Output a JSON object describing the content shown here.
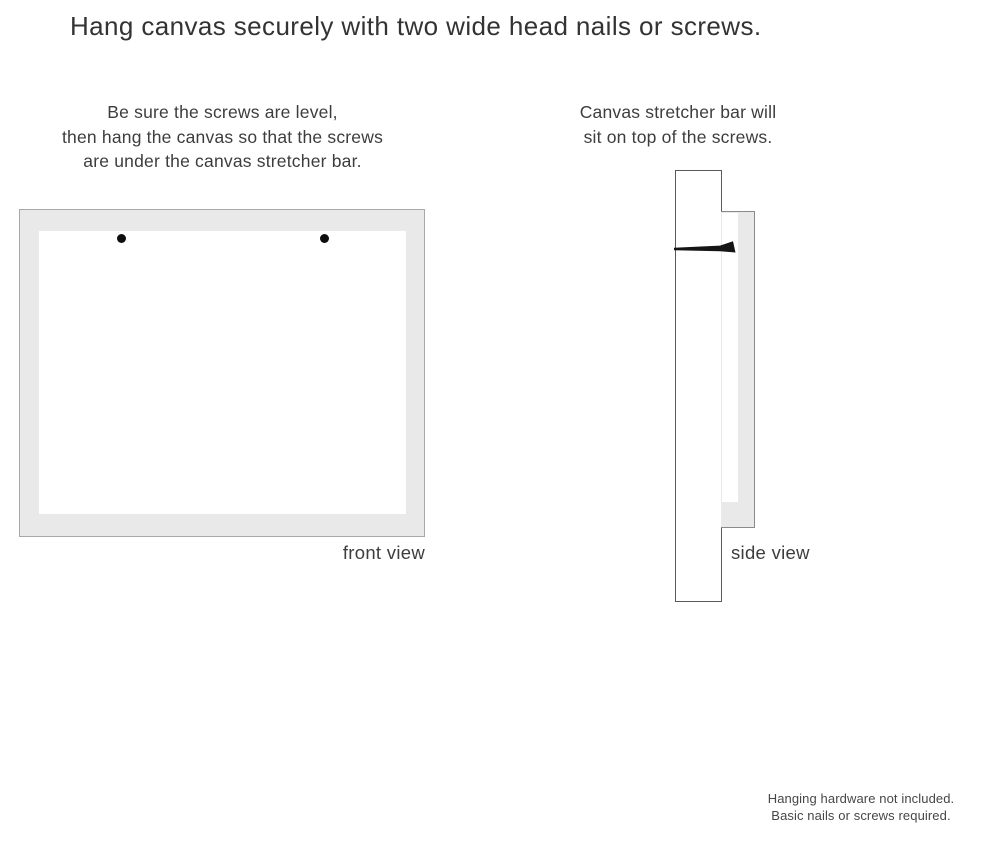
{
  "title": "Hang canvas securely with two wide head nails or screws.",
  "front_section": {
    "instructions": [
      "Be sure the screws are level,",
      "then hang the canvas so that the screws",
      "are under the canvas stretcher bar."
    ],
    "caption": "front view",
    "screw_count": 2
  },
  "side_section": {
    "instructions": [
      "Canvas stretcher bar will",
      "sit on top of the screws."
    ],
    "caption": "side view"
  },
  "footnote": {
    "line1": "Hanging hardware not included.",
    "line2": "Basic nails or screws required."
  },
  "colors": {
    "text": "#3a3a3a",
    "canvas_gray": "#e9e9e9",
    "border_light": "#a8a8a8",
    "border_mid": "#8a8a8a",
    "border_dark": "#5a5a5a",
    "nail": "#151515",
    "screw_dot": "#0e0e0e"
  }
}
